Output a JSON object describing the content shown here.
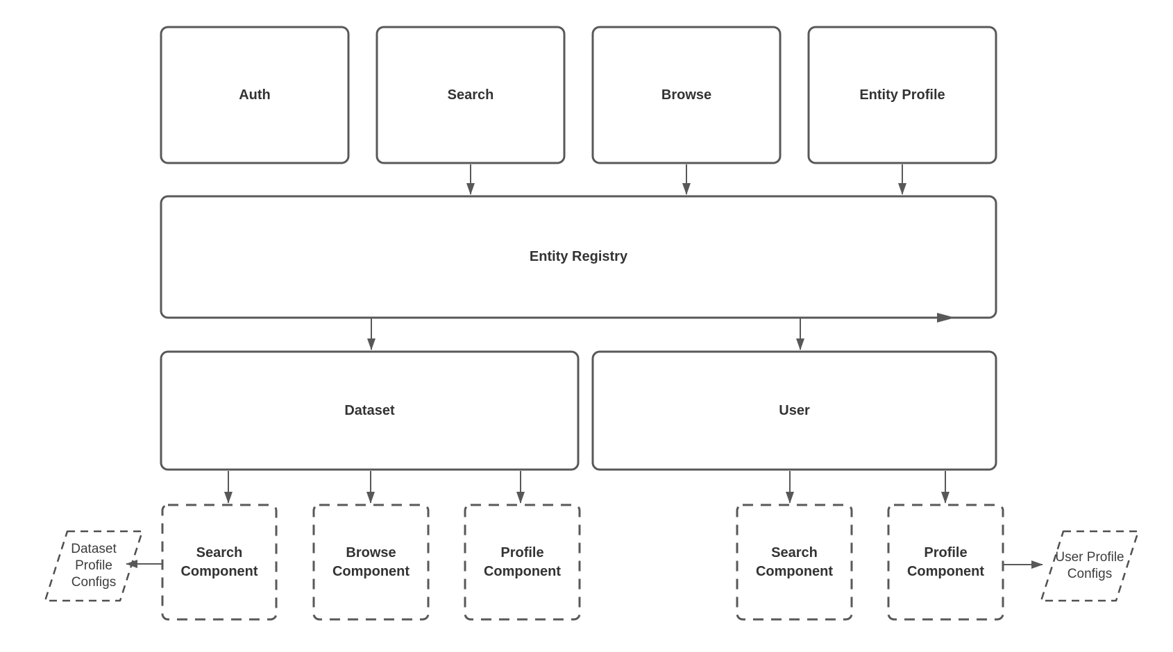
{
  "diagram": {
    "type": "architecture-flow-diagram",
    "background_color": "#ffffff",
    "stroke_color": "#585858",
    "text_color": "#333333",
    "nodes": {
      "auth": {
        "label": "Auth",
        "shape": "rounded-rectangle",
        "style": "solid"
      },
      "search": {
        "label": "Search",
        "shape": "rounded-rectangle",
        "style": "solid"
      },
      "browse": {
        "label": "Browse",
        "shape": "rounded-rectangle",
        "style": "solid"
      },
      "entity_profile": {
        "label": "Entity Profile",
        "shape": "rounded-rectangle",
        "style": "solid"
      },
      "entity_registry": {
        "label": "Entity Registry",
        "shape": "rounded-rectangle",
        "style": "solid"
      },
      "dataset": {
        "label": "Dataset",
        "shape": "rounded-rectangle",
        "style": "solid"
      },
      "user": {
        "label": "User",
        "shape": "rounded-rectangle",
        "style": "solid"
      },
      "dataset_search_component": {
        "label": "Search Component",
        "shape": "rounded-rectangle",
        "style": "dashed"
      },
      "dataset_browse_component": {
        "label": "Browse Component",
        "shape": "rounded-rectangle",
        "style": "dashed"
      },
      "dataset_profile_component": {
        "label": "Profile Component",
        "shape": "rounded-rectangle",
        "style": "dashed"
      },
      "user_search_component": {
        "label": "Search Component",
        "shape": "rounded-rectangle",
        "style": "dashed"
      },
      "user_profile_component": {
        "label": "Profile Component",
        "shape": "rounded-rectangle",
        "style": "dashed"
      },
      "dataset_profile_configs": {
        "label": "Dataset Profile Configs",
        "shape": "parallelogram",
        "style": "dashed"
      },
      "user_profile_configs": {
        "label": "User Profile Configs",
        "shape": "parallelogram",
        "style": "dashed"
      }
    },
    "edges": [
      {
        "from": "search",
        "to": "entity_registry",
        "direction": "down"
      },
      {
        "from": "browse",
        "to": "entity_registry",
        "direction": "down"
      },
      {
        "from": "entity_profile",
        "to": "entity_registry",
        "direction": "down"
      },
      {
        "from": "entity_registry",
        "to": "dataset",
        "direction": "down"
      },
      {
        "from": "entity_registry",
        "to": "user",
        "direction": "down"
      },
      {
        "from": "entity_registry",
        "to": "right-edge-arrowhead",
        "direction": "right",
        "note": "arrowhead on bottom edge near bottom-right corner"
      },
      {
        "from": "dataset",
        "to": "dataset_search_component",
        "direction": "down"
      },
      {
        "from": "dataset",
        "to": "dataset_browse_component",
        "direction": "down"
      },
      {
        "from": "dataset",
        "to": "dataset_profile_component",
        "direction": "down"
      },
      {
        "from": "user",
        "to": "user_search_component",
        "direction": "down"
      },
      {
        "from": "user",
        "to": "user_profile_component",
        "direction": "down"
      },
      {
        "from": "dataset_search_component",
        "to": "dataset_profile_configs",
        "direction": "left"
      },
      {
        "from": "user_profile_component",
        "to": "user_profile_configs",
        "direction": "right"
      }
    ]
  }
}
